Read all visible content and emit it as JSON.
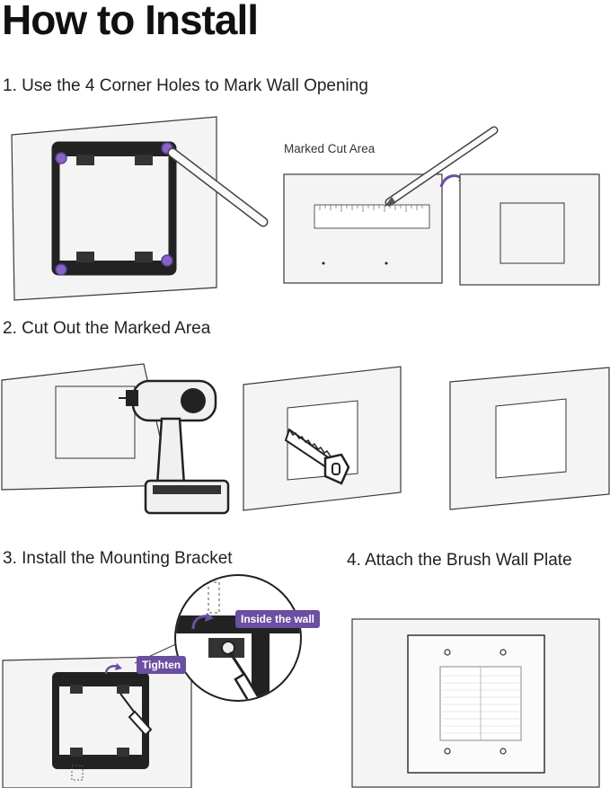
{
  "page": {
    "title": "How to Install"
  },
  "steps": [
    {
      "label": "1. Use the 4 Corner Holes to Mark Wall Opening"
    },
    {
      "label": "2. Cut Out the Marked Area"
    },
    {
      "label": "3. Install the Mounting Bracket"
    },
    {
      "label": "4. Attach the Brush Wall Plate"
    }
  ],
  "annotations": {
    "marked_cut_area": "Marked Cut Area",
    "tighten": "Tighten",
    "inside_the_wall": "Inside the wall"
  },
  "colors": {
    "accent": "#6b4fa0",
    "bracket": "#222222",
    "panel_fill": "#f4f4f4",
    "panel_stroke": "#3a3a3a"
  },
  "icons": [
    "bracket-icon",
    "pencil-icon",
    "ruler-icon",
    "drill-icon",
    "saw-icon",
    "screwdriver-icon",
    "wall-plate-icon",
    "arrow-icon"
  ]
}
